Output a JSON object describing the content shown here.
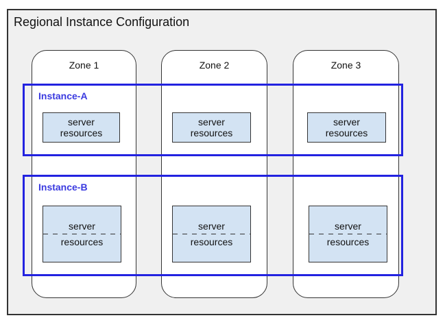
{
  "title": "Regional Instance Configuration",
  "zones": [
    {
      "label": "Zone 1"
    },
    {
      "label": "Zone 2"
    },
    {
      "label": "Zone 3"
    }
  ],
  "instances": [
    {
      "label": "Instance-A",
      "server_boxes": [
        {
          "line1": "server",
          "line2": "resources"
        },
        {
          "line1": "server",
          "line2": "resources"
        },
        {
          "line1": "server",
          "line2": "resources"
        }
      ]
    },
    {
      "label": "Instance-B",
      "server_boxes": [
        {
          "line1": "server",
          "line2": "resources"
        },
        {
          "line1": "server",
          "line2": "resources"
        },
        {
          "line1": "server",
          "line2": "resources"
        }
      ]
    }
  ],
  "colors": {
    "region_fill": "#f0f0f0",
    "region_border": "#333333",
    "zone_fill": "#ffffff",
    "zone_border": "#333333",
    "instance_border": "#2222e0",
    "instance_label": "#3a3ae0",
    "server_box_fill": "#d3e3f3",
    "server_box_border": "#333333",
    "text": "#111111"
  }
}
